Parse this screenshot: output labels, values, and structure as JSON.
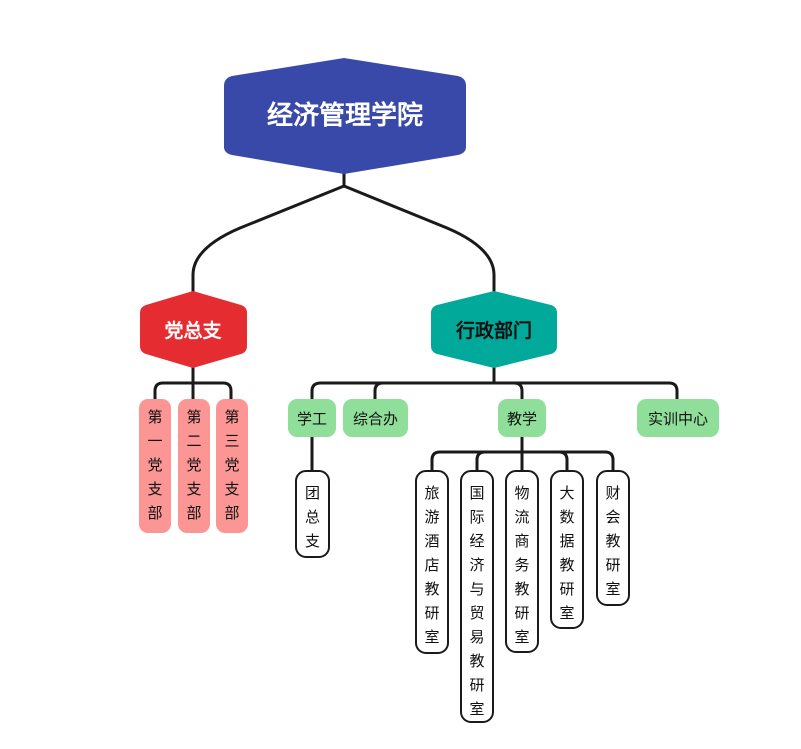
{
  "root": {
    "label": "经济管理学院",
    "color": "#3949a9"
  },
  "branches": [
    {
      "label": "党总支",
      "color": "#e52d31",
      "children": [
        {
          "label": "第一党支部",
          "style": "pill"
        },
        {
          "label": "第二党支部",
          "style": "pill"
        },
        {
          "label": "第三党支部",
          "style": "pill"
        }
      ]
    },
    {
      "label": "行政部门",
      "color": "#00a99a",
      "children": [
        {
          "label": "学工",
          "style": "green",
          "children": [
            {
              "label": "团总支"
            }
          ]
        },
        {
          "label": "综合办",
          "style": "green"
        },
        {
          "label": "教学",
          "style": "green",
          "children": [
            {
              "label": "旅游酒店教研室"
            },
            {
              "label": "国际经济与贸易教研室"
            },
            {
              "label": "物流商务教研室"
            },
            {
              "label": "大数据教研室"
            },
            {
              "label": "财会教研室"
            }
          ]
        },
        {
          "label": "实训中心",
          "style": "green"
        }
      ]
    }
  ],
  "colors": {
    "level2_fill": "#8fdf9a",
    "party_branch_fill": "#fb9695",
    "connector": "#1a1a1a"
  }
}
